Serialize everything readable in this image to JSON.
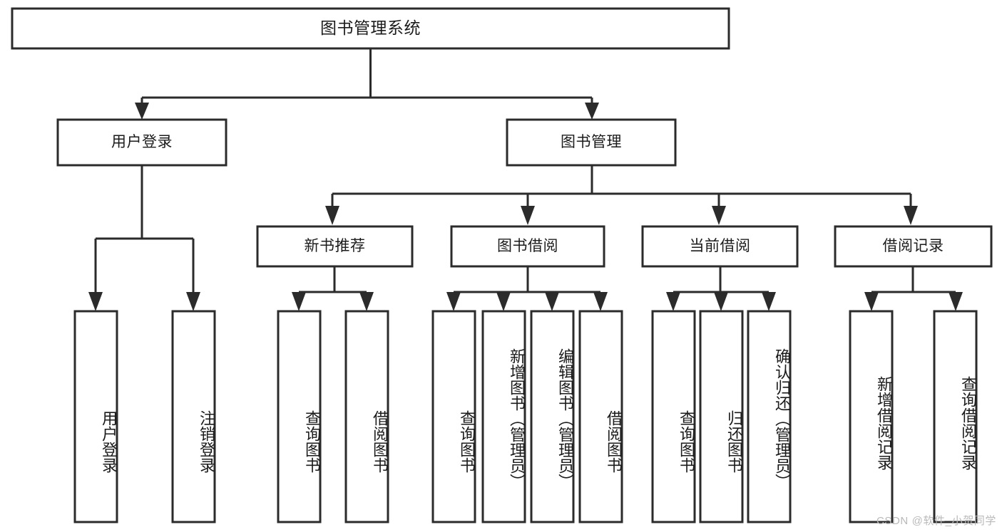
{
  "diagram": {
    "title": "图书管理系统",
    "type": "tree",
    "orientation": "top-down",
    "colors": {
      "background": "#ffffff",
      "stroke": "#2b2b2b",
      "box_fill": "#ffffff",
      "text": "#1b1b1b",
      "watermark": "#b9b9b9"
    },
    "levels": {
      "root": "图书管理系统",
      "level2": [
        "用户登录",
        "图书管理"
      ],
      "level3": [
        "新书推荐",
        "图书借阅",
        "当前借阅",
        "借阅记录"
      ],
      "level4": [
        "用户登录",
        "注销登录",
        "查询图书",
        "借阅图书",
        "查询图书",
        "新增图书（管理员）",
        "编辑图书（管理员）",
        "借阅图书",
        "查询图书",
        "归还图书",
        "确认归还（管理员）",
        "新增借阅记录",
        "查询借阅记录"
      ]
    },
    "nodes": {
      "root": {
        "label": "图书管理系统"
      },
      "user_login": {
        "label": "用户登录"
      },
      "book_manage": {
        "label": "图书管理"
      },
      "new_book_rec": {
        "label": "新书推荐"
      },
      "book_borrow": {
        "label": "图书借阅"
      },
      "current_borrow": {
        "label": "当前借阅"
      },
      "borrow_record": {
        "label": "借阅记录"
      },
      "leaf_user_login": {
        "label": "用户登录"
      },
      "leaf_logout": {
        "label": "注销登录"
      },
      "leaf_query_book_1": {
        "label": "查询图书"
      },
      "leaf_borrow_book_1": {
        "label": "借阅图书"
      },
      "leaf_query_book_2": {
        "label": "查询图书"
      },
      "leaf_add_book_admin": {
        "label": "新增图书（管理员）"
      },
      "leaf_edit_book_admin": {
        "label": "编辑图书（管理员）"
      },
      "leaf_borrow_book_2": {
        "label": "借阅图书"
      },
      "leaf_query_book_3": {
        "label": "查询图书"
      },
      "leaf_return_book": {
        "label": "归还图书"
      },
      "leaf_confirm_return_admin": {
        "label": "确认归还（管理员）"
      },
      "leaf_add_borrow_record": {
        "label": "新增借阅记录"
      },
      "leaf_query_borrow_record": {
        "label": "查询借阅记录"
      }
    },
    "edges": [
      {
        "from": "root",
        "to": "user_login"
      },
      {
        "from": "root",
        "to": "book_manage"
      },
      {
        "from": "user_login",
        "to": "leaf_user_login"
      },
      {
        "from": "user_login",
        "to": "leaf_logout"
      },
      {
        "from": "book_manage",
        "to": "new_book_rec"
      },
      {
        "from": "book_manage",
        "to": "book_borrow"
      },
      {
        "from": "book_manage",
        "to": "current_borrow"
      },
      {
        "from": "book_manage",
        "to": "borrow_record"
      },
      {
        "from": "new_book_rec",
        "to": "leaf_query_book_1"
      },
      {
        "from": "new_book_rec",
        "to": "leaf_borrow_book_1"
      },
      {
        "from": "book_borrow",
        "to": "leaf_query_book_2"
      },
      {
        "from": "book_borrow",
        "to": "leaf_add_book_admin"
      },
      {
        "from": "book_borrow",
        "to": "leaf_edit_book_admin"
      },
      {
        "from": "book_borrow",
        "to": "leaf_borrow_book_2"
      },
      {
        "from": "current_borrow",
        "to": "leaf_query_book_3"
      },
      {
        "from": "current_borrow",
        "to": "leaf_return_book"
      },
      {
        "from": "current_borrow",
        "to": "leaf_confirm_return_admin"
      },
      {
        "from": "borrow_record",
        "to": "leaf_add_borrow_record"
      },
      {
        "from": "borrow_record",
        "to": "leaf_query_borrow_record"
      }
    ]
  },
  "watermark": {
    "text": "CSDN @软件_小贺同学"
  }
}
